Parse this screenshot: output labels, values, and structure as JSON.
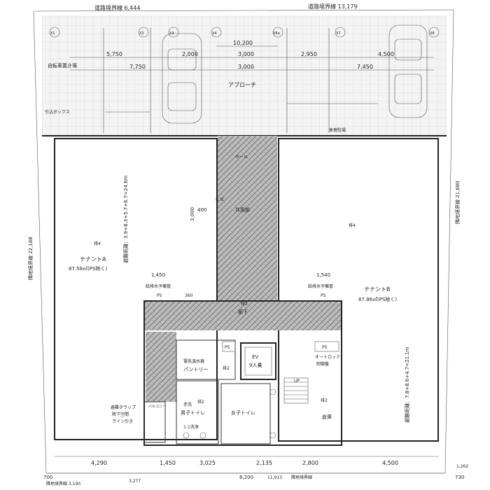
{
  "top_boundary_left": "道路境界線 6,444",
  "top_boundary_right": "道路境界線 13,179",
  "grid_axes": [
    "X1",
    "X2",
    "X3",
    "X4",
    "X6a",
    "X7",
    "X8"
  ],
  "dims_top": {
    "span_total": "10,200",
    "left_a": "5,750",
    "left_b": "2,000",
    "left_c": "7,750",
    "mid_a": "3,000",
    "mid_b": "3,000",
    "right_a": "2,950",
    "right_b": "4,500",
    "right_c": "7,450"
  },
  "labels": {
    "bicycle": "自転車置き場",
    "approach": "アプローチ",
    "car_parking": "車寄駐場",
    "hikiboxes": "引込ボックス",
    "corridor_top": "ホール",
    "ev_hall": "E.V.",
    "dim_400": "400",
    "dim_3000": "3,000",
    "common": "共用部",
    "hatch": "排4",
    "tenant_a_name": "テナントA",
    "tenant_a_area": "87.58㎡(PS除く)",
    "tenant_b_name": "テナントB",
    "tenant_b_area": "87.86㎡(PS除く)",
    "evac_left": "避難距離：3.9+8.3+5.7+6.7=24.6m",
    "evac_right": "避難距離：7.8+8.6+4.7=21.1m",
    "dim_1450": "1,450",
    "dim_1540": "1,540",
    "pipe_left": "給排水予備管",
    "pipe_right": "給排水予備管",
    "ps_left": "PS",
    "ps_right": "PS",
    "dim_360": "360",
    "hallway": "廊下",
    "haisui2": "排2",
    "water_heater": "電気温水器",
    "pantry": "パントリー",
    "ps_pantry": "PS",
    "ev": "EV",
    "ev_cap": "9人乗",
    "ps_ev": "PS",
    "auto_lock": "オートロック",
    "control": "制御盤",
    "up": "UP",
    "balcony": "バルコニー",
    "evac_trap_1": "避難タラップ",
    "evac_trap_2": "降下空間",
    "evac_trap_3": "ライン引き",
    "men_wc": "男子トイレ",
    "women_wc": "女子トイレ",
    "storage": "倉庫",
    "wash": "手洗",
    "hand_wash": "1-1洗浄",
    "side_boundary_left": "隣地境界線 22,188",
    "side_boundary_right": "隣地境界線 21,680"
  },
  "dims_bottom": [
    "4,290",
    "1,450",
    "3,025",
    "2,135",
    "2,800",
    "4,500"
  ],
  "bottom_row": {
    "d700": "700",
    "d3190": "隣地境界線 3,190",
    "d3277": "3,277",
    "d8200": "8,200",
    "d11913": "11,913",
    "boundary": "隣地境界線",
    "d1262": "1,262",
    "d730": "730"
  }
}
